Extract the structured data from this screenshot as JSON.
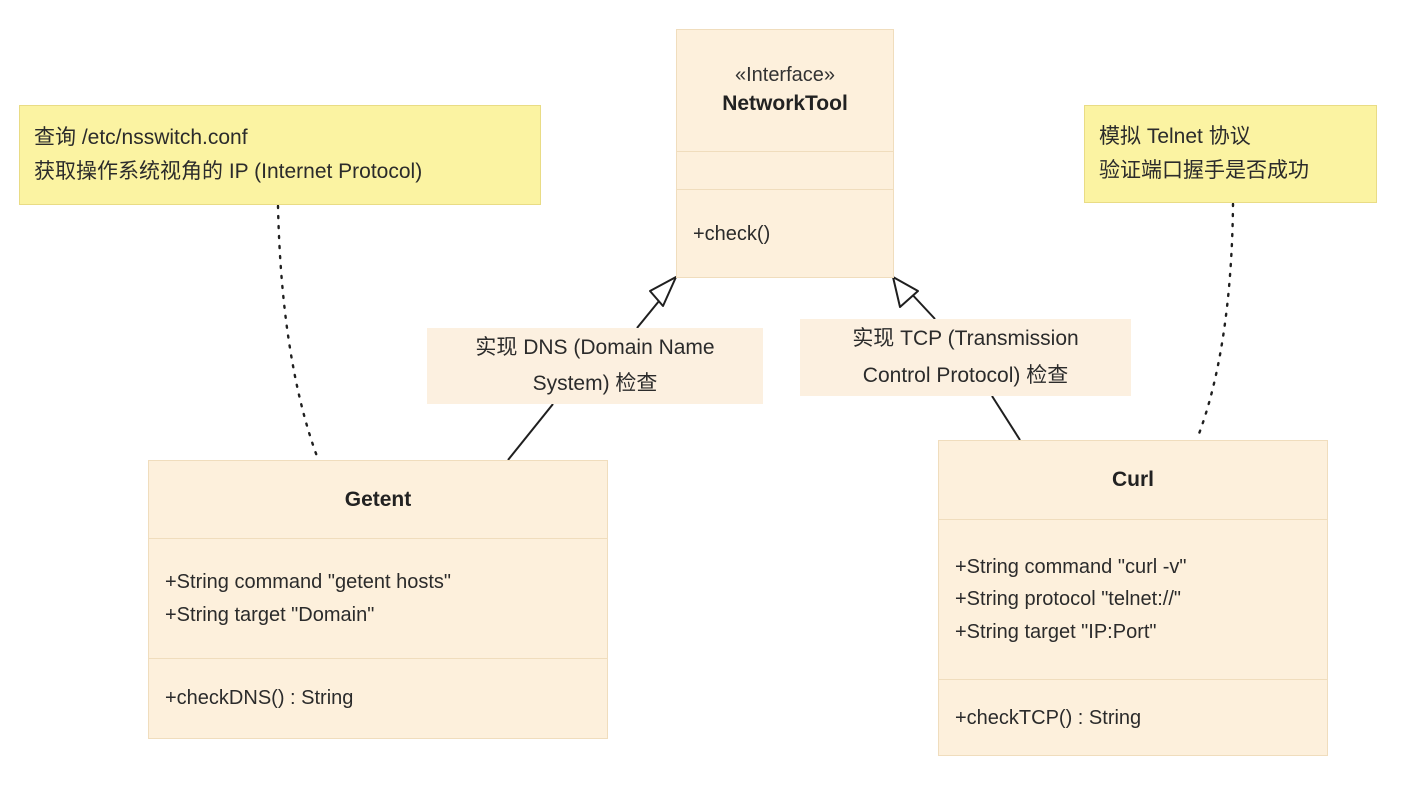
{
  "diagram": {
    "type": "uml-class-diagram",
    "background_color": "#ffffff",
    "class_fill_color": "#fdf0dc",
    "class_border_color": "#f0ddbd",
    "note_fill_color": "#fbf3a2",
    "note_border_color": "#e9dc85",
    "edge_label_fill_color": "#fcf0e0",
    "line_color": "#1f1f1f"
  },
  "classes": {
    "network_tool": {
      "stereotype": "«Interface»",
      "name": "NetworkTool",
      "attributes": [],
      "methods": [
        "+check()"
      ]
    },
    "getent": {
      "name": "Getent",
      "attributes": [
        "+String command \"getent hosts\"",
        "+String target \"Domain\""
      ],
      "methods": [
        "+checkDNS() : String"
      ]
    },
    "curl": {
      "name": "Curl",
      "attributes": [
        "+String command \"curl -v\"",
        "+String protocol \"telnet://\"",
        "+String target \"IP:Port\""
      ],
      "methods": [
        "+checkTCP() : String"
      ]
    }
  },
  "notes": {
    "left": {
      "lines": [
        "查询 /etc/nsswitch.conf",
        "获取操作系统视角的 IP (Internet Protocol)"
      ]
    },
    "right": {
      "lines": [
        "模拟 Telnet 协议",
        "验证端口握手是否成功"
      ]
    }
  },
  "edge_labels": {
    "dns": {
      "lines": [
        "实现 DNS (Domain Name",
        "System) 检查"
      ]
    },
    "tcp": {
      "lines": [
        "实现 TCP (Transmission",
        "Control Protocol) 检查"
      ]
    }
  }
}
